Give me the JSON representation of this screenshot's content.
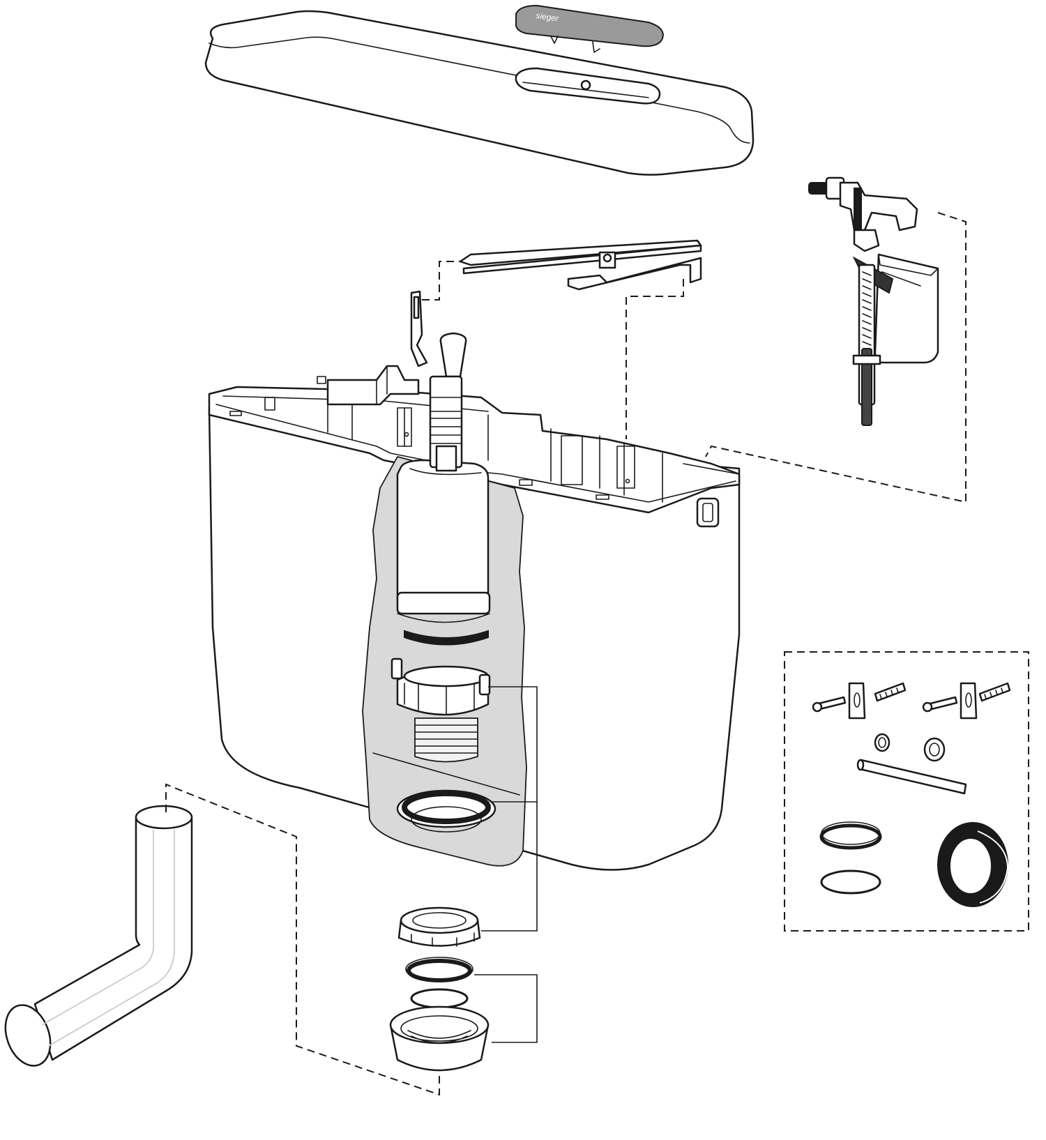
{
  "diagram": {
    "brand_mark": "sieger",
    "parts": [
      "cistern-lid",
      "flush-button-plate",
      "fill-valve",
      "flush-lever-bracket",
      "flush-valve",
      "cistern-body",
      "flush-pipe",
      "valve-locknut",
      "seal-ring",
      "rubber-washer",
      "pipe-coupling-nut",
      "mounting-kit"
    ]
  }
}
